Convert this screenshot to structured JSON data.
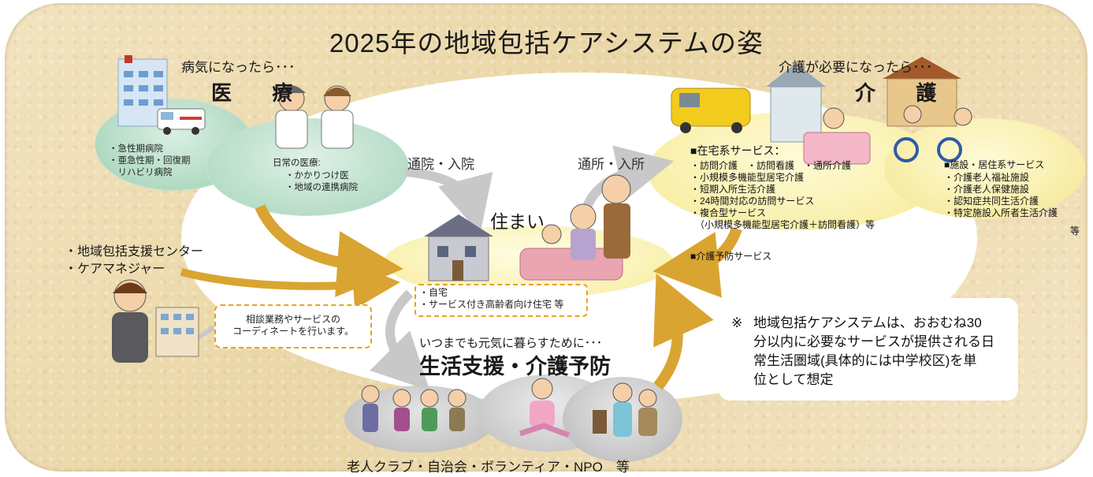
{
  "title": "2025年の地域包括ケアシステムの姿",
  "medical": {
    "heading": "病気になったら･･･",
    "big": "医 療",
    "acute": [
      "・急性期病院",
      "・亜急性期・回復期",
      "　リハビリ病院"
    ],
    "daily_title": "日常の医療:",
    "daily": [
      "・かかりつけ医",
      "・地域の連携病院"
    ]
  },
  "care": {
    "heading": "介護が必要になったら･･･",
    "big": "介 護",
    "home_services_title": "■在宅系サービス：",
    "home_services": [
      "・訪問介護　・訪問看護　・通所介護",
      "・小規模多機能型居宅介護",
      "・短期入所生活介護",
      "・24時間対応の訪問サービス",
      "・複合型サービス",
      "　（小規模多機能型居宅介護＋訪問看護）等"
    ],
    "prevention": "■介護予防サービス",
    "facility_title": "■施設・居住系サービス",
    "facility": [
      "・介護老人福祉施設",
      "・介護老人保健施設",
      "・認知症共同生活介護",
      "・特定施設入所者生活介護"
    ],
    "facility_suffix": "等"
  },
  "arrows": {
    "hospital": "通院・入院",
    "daycare": "通所・入所"
  },
  "housing": {
    "big": "住まい",
    "items": [
      "・自宅",
      "・サービス付き高齢者向け住宅 等"
    ]
  },
  "support_center": {
    "lines": [
      "・地域包括支援センター",
      "・ケアマネジャー"
    ],
    "bubble": [
      "相談業務やサービスの",
      "コーディネートを行います。"
    ]
  },
  "life_support": {
    "subtitle": "いつまでも元気に暮らすために･･･",
    "big": "生活支援・介護予防",
    "footer": "老人クラブ・自治会・ボランティア・NPO　等"
  },
  "note": {
    "mark": "※",
    "lines": [
      "地域包括ケアシステムは、おおむね30",
      "分以内に必要なサービスが提供される日",
      "常生活圏域(具体的には中学校区)を単",
      "位として想定"
    ]
  },
  "colors": {
    "background": "#efdfb5",
    "arrow": "#d9a431",
    "gray_arrow": "#c8c8c8",
    "medical_ellipse": "#a6d4bb",
    "care_ellipse": "#f6ea96",
    "bubble_border": "#e5a21f"
  }
}
